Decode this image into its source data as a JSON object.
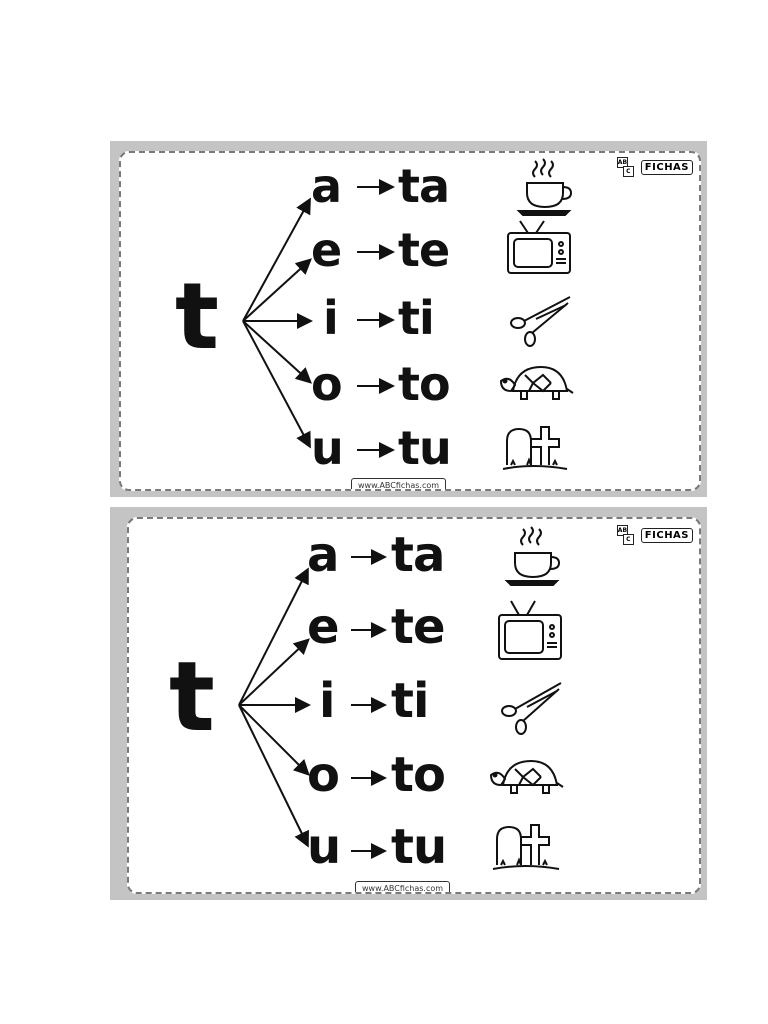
{
  "cards": [
    {
      "consonant": "t",
      "rows": [
        {
          "vowel": "a",
          "syllable": "ta",
          "picture_icon": "coffee-cup-icon"
        },
        {
          "vowel": "e",
          "syllable": "te",
          "picture_icon": "television-icon"
        },
        {
          "vowel": "i",
          "syllable": "ti",
          "picture_icon": "scissors-icon"
        },
        {
          "vowel": "o",
          "syllable": "to",
          "picture_icon": "turtle-icon"
        },
        {
          "vowel": "u",
          "syllable": "tu",
          "picture_icon": "tombstone-icon"
        }
      ],
      "logo": {
        "blocks": [
          "AB",
          "C"
        ],
        "word": "FICHAS"
      },
      "footer": "www.ABCfichas.com"
    },
    {
      "consonant": "t",
      "rows": [
        {
          "vowel": "a",
          "syllable": "ta",
          "picture_icon": "coffee-cup-icon"
        },
        {
          "vowel": "e",
          "syllable": "te",
          "picture_icon": "television-icon"
        },
        {
          "vowel": "i",
          "syllable": "ti",
          "picture_icon": "scissors-icon"
        },
        {
          "vowel": "o",
          "syllable": "to",
          "picture_icon": "turtle-icon"
        },
        {
          "vowel": "u",
          "syllable": "tu",
          "picture_icon": "tombstone-icon"
        }
      ],
      "logo": {
        "blocks": [
          "AB",
          "C"
        ],
        "word": "FICHAS"
      },
      "footer": "www.ABCfichas.com"
    }
  ]
}
